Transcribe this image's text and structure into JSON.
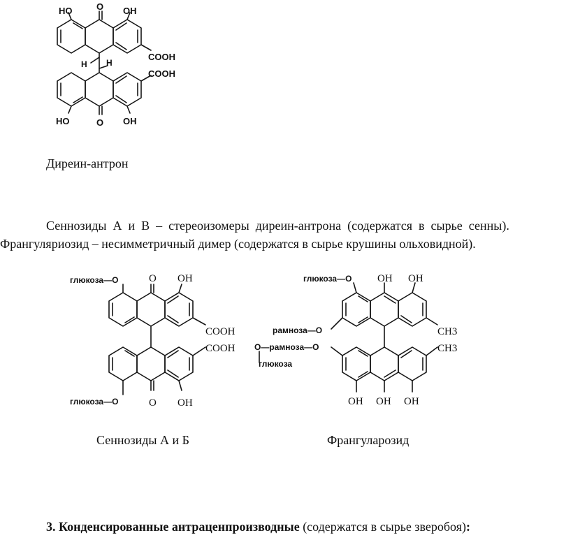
{
  "structures": {
    "dirhein": {
      "labels": [
        "HO",
        "O",
        "OH",
        "COOH",
        "H",
        "H",
        "COOH",
        "HO",
        "O",
        "OH"
      ]
    },
    "sennosides": {
      "labels": [
        "глюкоза—O",
        "O",
        "OH",
        "COOH",
        "COOH",
        "глюкоза—O",
        "O",
        "OH"
      ]
    },
    "frangularoside": {
      "labels": [
        "глюкоза—O",
        "OH",
        "OH",
        "рамноза—O",
        "CH3",
        "O—рамноза—O",
        "глюкоза",
        "CH3",
        "OH",
        "OH",
        "OH"
      ]
    }
  },
  "captions": {
    "dirhein": "Диреин-антрон",
    "sennosides": "Сеннозиды А и Б",
    "frangularoside": "Франгуларозид"
  },
  "paragraph": {
    "line1": "Сеннозиды  А  и  В  –  стереоизомеры  диреин-антрона  (содержатся  в  сырье  сенны).",
    "line2": "Франгуляриозид – несимметричный димер (содержатся в сырье крушины ольховидной)."
  },
  "heading": {
    "bold": "3. Конденсированные антраценпроизводные",
    "normal": " (содержатся в сырье зверобоя)",
    "colon": ":"
  }
}
